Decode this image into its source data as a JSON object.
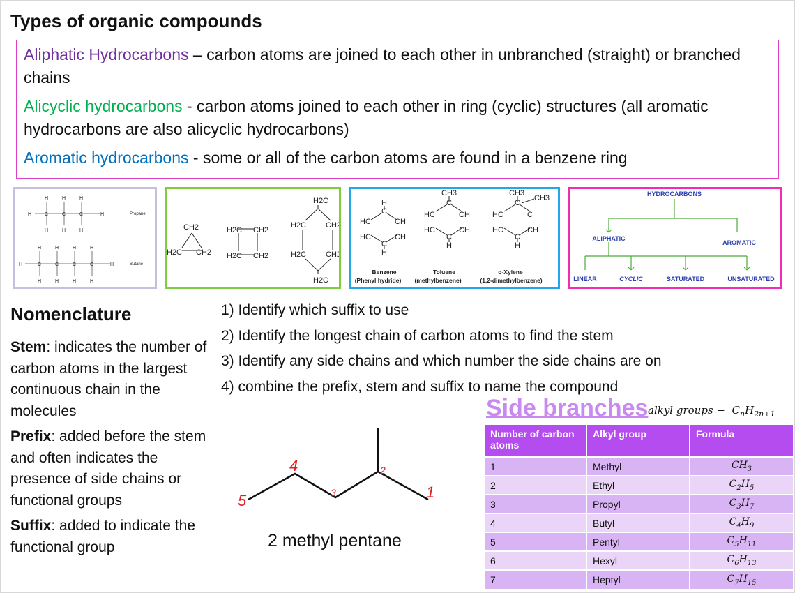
{
  "title": "Types of organic compounds",
  "definitions": {
    "aliphatic": {
      "term": "Aliphatic Hydrocarbons",
      "text": " – carbon atoms are joined to each other in unbranched (straight) or branched chains"
    },
    "alicyclic": {
      "term": "Alicyclic hydrocarbons",
      "text": " - carbon atoms joined to each other in ring (cyclic) structures (all aromatic hydrocarbons are also alicyclic hydrocarbons)"
    },
    "aromatic": {
      "term": "Aromatic hydrocarbons",
      "text": " - some or all of the carbon atoms are found in a benzene ring"
    }
  },
  "panels": {
    "chains": {
      "propane": "Propane",
      "butane": "Butane",
      "h": "H",
      "c": "C"
    },
    "rings": {
      "ch2": "CH2",
      "h2c": "H2C"
    },
    "aromatics": {
      "benzene": "Benzene",
      "benzene_sub": "(Phenyl hydride)",
      "toluene": "Toluene",
      "toluene_sub": "(methylbenzene)",
      "xylene": "o-Xylene",
      "xylene_sub": "(1,2-dimethylbenzene)",
      "ch3": "CH3",
      "ch": "CH",
      "hc": "HC",
      "h": "H",
      "c": "C"
    },
    "tree": {
      "root": "HYDROCARBONS",
      "aliphatic": "ALIPHATIC",
      "aromatic": "AROMATIC",
      "linear": "LINEAR",
      "cyclic": "CYCLIC",
      "saturated": "SATURATED",
      "unsaturated": "UNSATURATED"
    }
  },
  "nomenclature": {
    "title": "Nomenclature",
    "stem_term": "Stem",
    "stem_text": ": indicates the number of carbon atoms in the largest continuous chain in the molecules",
    "prefix_term": "Prefix",
    "prefix_text": ": added before the stem and often indicates the presence of side chains or functional groups",
    "suffix_term": "Suffix",
    "suffix_text": ": added to indicate the functional group"
  },
  "steps": [
    "1) Identify which suffix to use",
    "2) Identify the longest chain of carbon atoms to find the stem",
    "3) Identify any side chains and which number the side chains are on",
    "4) combine the prefix, stem and suffix to name the compound"
  ],
  "example": {
    "name": "2 methyl pentane",
    "numbers": [
      "5",
      "4",
      "3",
      "2",
      "1"
    ]
  },
  "side_branches": {
    "title": "Side branches",
    "formula_label": "alkyl groups −",
    "headers": [
      "Number of carbon atoms",
      "Alkyl group",
      "Formula"
    ],
    "rows": [
      {
        "n": "1",
        "group": "Methyl",
        "c": "C",
        "h": "H",
        "cs": "",
        "hs": "3"
      },
      {
        "n": "2",
        "group": "Ethyl",
        "c": "C",
        "h": "H",
        "cs": "2",
        "hs": "5"
      },
      {
        "n": "3",
        "group": "Propyl",
        "c": "C",
        "h": "H",
        "cs": "3",
        "hs": "7"
      },
      {
        "n": "4",
        "group": "Butyl",
        "c": "C",
        "h": "H",
        "cs": "4",
        "hs": "9"
      },
      {
        "n": "5",
        "group": "Pentyl",
        "c": "C",
        "h": "H",
        "cs": "5",
        "hs": "11"
      },
      {
        "n": "6",
        "group": "Hexyl",
        "c": "C",
        "h": "H",
        "cs": "6",
        "hs": "13"
      },
      {
        "n": "7",
        "group": "Heptyl",
        "c": "C",
        "h": "H",
        "cs": "7",
        "hs": "15"
      }
    ]
  }
}
